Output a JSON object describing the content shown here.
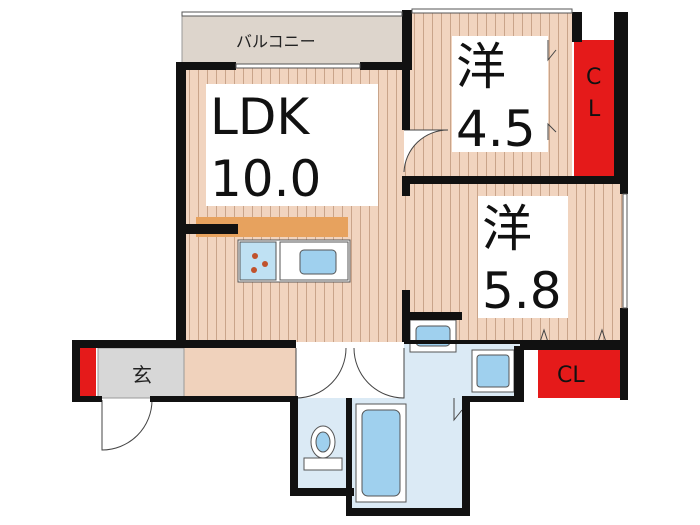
{
  "floor_plan": {
    "balcony_label": "バルコニー",
    "ldk": {
      "name": "LDK",
      "size": "10.0"
    },
    "room_upper": {
      "name": "洋",
      "size": "4.5"
    },
    "room_lower": {
      "name": "洋",
      "size": "5.8"
    },
    "closet_upper": {
      "line1": "C",
      "line2": "L"
    },
    "closet_lower": "CL",
    "entrance": "玄"
  },
  "colors": {
    "wall": "#111111",
    "wood_floor": "#f0d2bc",
    "floor_line": "#c9a48a",
    "balcony": "#ddd5cc",
    "wet_area": "#dbeaf5",
    "fixture_blue": "#9fd0ee",
    "closet_red": "#e51a1a",
    "counter_orange": "#e7a25e",
    "genkan_gray": "#d7d7d7"
  }
}
